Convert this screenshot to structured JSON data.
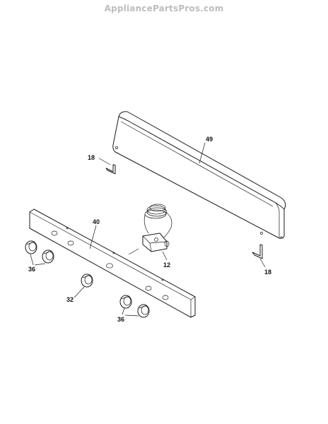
{
  "watermark": "AppliancePartsPros.com",
  "callouts": {
    "backguard": "49",
    "bracket_left": "18",
    "bracket_right": "18",
    "control_panel": "40",
    "valve_thermostat": "12",
    "knobs_left": "36",
    "knob_center": "32",
    "knobs_right": "36"
  }
}
